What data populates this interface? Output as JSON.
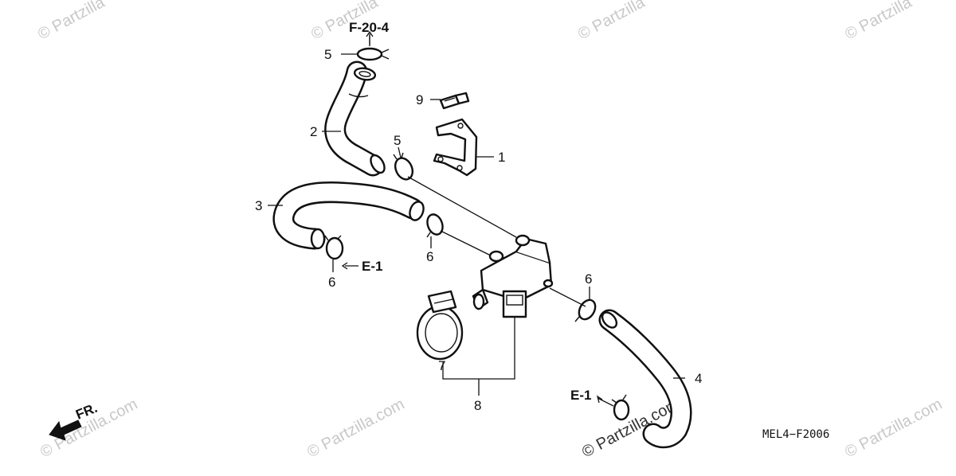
{
  "diagram": {
    "code": "MEL4−F2006",
    "direction_label": "FR.",
    "references": {
      "top": "F-20-4",
      "left": "E-1",
      "bottom": "E-1"
    },
    "callouts": {
      "p1": "1",
      "p2": "2",
      "p3": "3",
      "p4": "4",
      "p5a": "5",
      "p5b": "5",
      "p6a": "6",
      "p6b": "6",
      "p6c": "6",
      "p7": "7",
      "p8": "8",
      "p9": "9"
    }
  },
  "watermark": {
    "text": "© Partzilla.com",
    "short": "© Partzilla"
  }
}
